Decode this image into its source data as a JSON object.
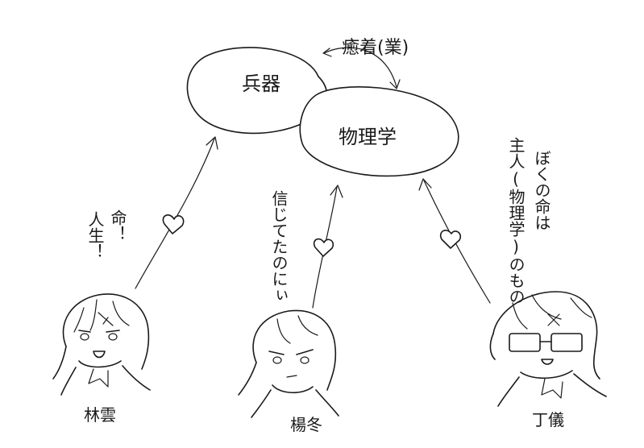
{
  "bubbles": {
    "weapons": "兵器",
    "physics": "物理学"
  },
  "relation_between_bubbles": "癒着(業)",
  "characters": [
    {
      "name": "林雲",
      "quote": "人生！命！"
    },
    {
      "name": "楊冬",
      "quote": "信じてたのにぃ"
    },
    {
      "name": "丁儀",
      "quote": "ぼくの命は主人(物理学)のもの"
    }
  ],
  "quote_lines": {
    "lin_yun_col1": "人生！",
    "lin_yun_col2": "命！",
    "yang_dong": "信じてたのにぃ",
    "ding_yi_col1": "ぼくの命は",
    "ding_yi_col2": "主人(物理学)のもの"
  },
  "colors": {
    "ink": "#1a1a1a",
    "paper": "#ffffff"
  },
  "icons": [
    "heart-icon",
    "arrow-icon"
  ]
}
